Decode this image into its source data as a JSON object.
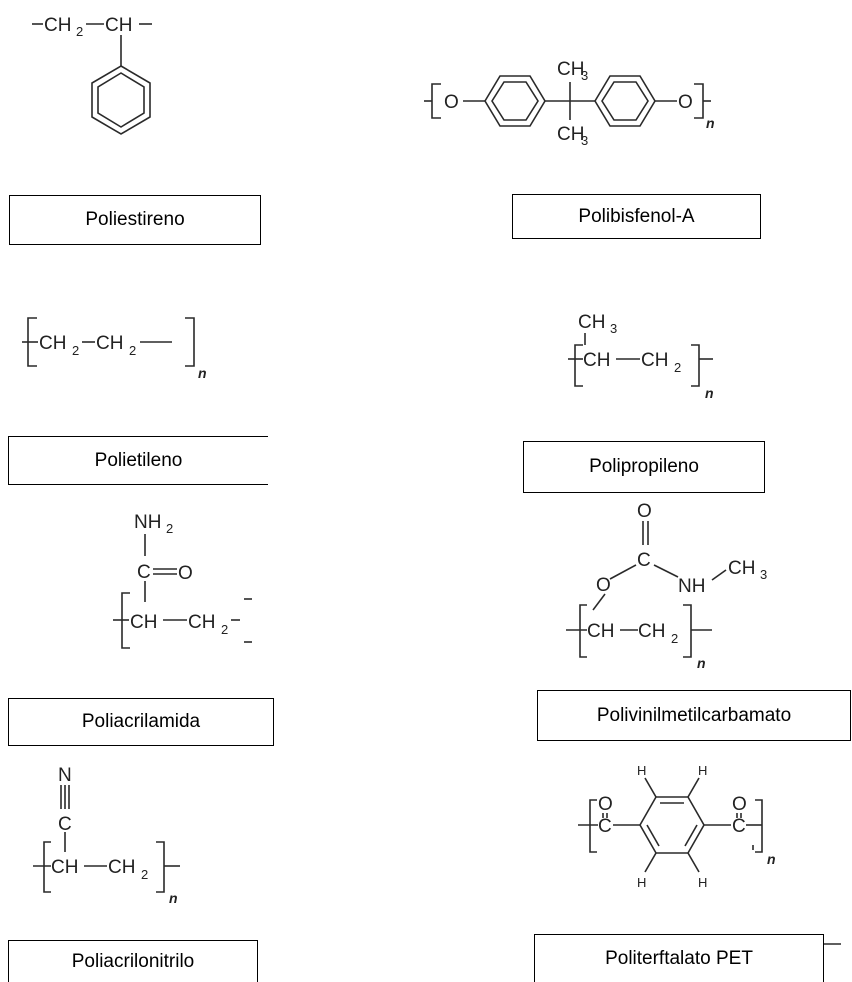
{
  "polymers": [
    {
      "name": "Poliestireno",
      "formula": {
        "g1": "CH",
        "g1s": "2",
        "g2": "CH"
      }
    },
    {
      "name": "Polibisfenol-A",
      "formula": {
        "o1": "O",
        "ma": "CH",
        "mas": "3",
        "mb": "CH",
        "mbs": "3",
        "o2": "O",
        "n": "n"
      }
    },
    {
      "name": "Polietileno",
      "formula": {
        "g1": "CH",
        "g1s": "2",
        "g2": "CH",
        "g2s": "2",
        "n": "n"
      }
    },
    {
      "name": "Polipropileno",
      "formula": {
        "me": "CH",
        "mes": "3",
        "g1": "CH",
        "g2": "CH",
        "g2s": "2",
        "n": "n"
      }
    },
    {
      "name": "Poliacrilamida",
      "formula": {
        "nh": "NH",
        "nhs": "2",
        "c": "C",
        "o": "O",
        "g1": "CH",
        "g2": "CH",
        "g2s": "2"
      }
    },
    {
      "name": "Polivinilmetilcarbamato",
      "formula": {
        "o1": "O",
        "c": "C",
        "o2": "O",
        "nh": "NH",
        "me": "CH",
        "mes": "3",
        "g1": "CH",
        "g2": "CH",
        "g2s": "2",
        "n": "n"
      }
    },
    {
      "name": "Poliacrilonitrilo",
      "formula": {
        "nn": "N",
        "c": "C",
        "g1": "CH",
        "g2": "CH",
        "g2s": "2",
        "n": "n"
      }
    },
    {
      "name": "Politerftalato PET",
      "formula": {
        "o1": "O",
        "c1": "C",
        "o2": "O",
        "c2": "C",
        "h1": "H",
        "h2": "H",
        "h3": "H",
        "h4": "H",
        "n": "n"
      }
    }
  ]
}
